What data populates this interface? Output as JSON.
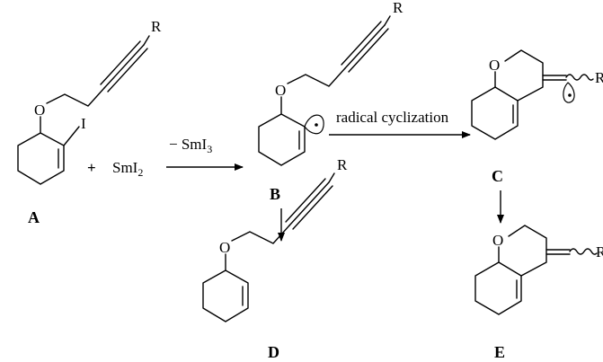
{
  "compounds": {
    "A": {
      "label": "A",
      "atoms": {
        "oxygen": "O",
        "iodine": "I",
        "substituent": "R"
      }
    },
    "B": {
      "label": "B",
      "atoms": {
        "oxygen": "O",
        "substituent": "R"
      }
    },
    "C": {
      "label": "C",
      "atoms": {
        "oxygen": "O",
        "substituent": "R"
      }
    },
    "D": {
      "label": "D",
      "atoms": {
        "oxygen": "O",
        "substituent": "R"
      }
    },
    "E": {
      "label": "E",
      "atoms": {
        "oxygen": "O",
        "substituent": "R"
      }
    }
  },
  "reagents": {
    "plus": "+",
    "reducing_agent": "SmI2",
    "byproduct": "− SmI3",
    "cyclization": "radical cyclization"
  },
  "arrows": [
    {
      "from": "SmI2",
      "to": "B"
    },
    {
      "from": "B",
      "to": "C"
    },
    {
      "from": "B",
      "to": "D"
    },
    {
      "from": "C",
      "to": "E"
    }
  ]
}
